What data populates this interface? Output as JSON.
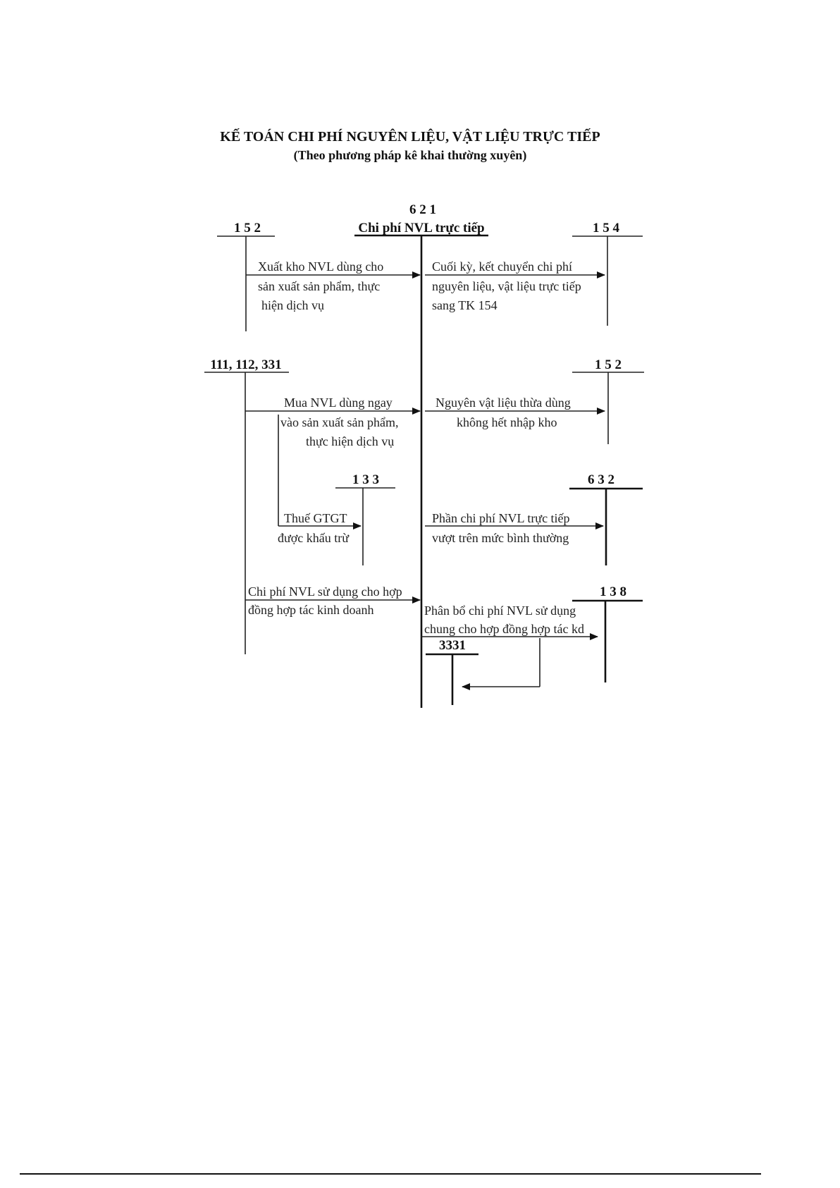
{
  "title": {
    "main": "KẾ TOÁN CHI PHÍ NGUYÊN LIỆU, VẬT LIỆU TRỰC TIẾP",
    "subtitle": "(Theo phương pháp kê khai thường xuyên)"
  },
  "central_account": {
    "number": "6 2 1",
    "name": "Chi phí NVL trực tiếp"
  },
  "accounts": {
    "left_152": "1 5 2",
    "left_111_112_331": "111, 112, 331",
    "mid_133": "1 3 3",
    "right_154": "1 5 4",
    "right_152": "1 5 2",
    "right_632": "6 3 2",
    "right_138": "1 3 8",
    "bottom_3331": "3331"
  },
  "flows": {
    "xuat_kho": [
      "Xuất kho NVL dùng cho",
      "sản xuất sản phẩm, thực",
      "hiện dịch vụ"
    ],
    "mua_nvl": [
      "Mua NVL dùng ngay",
      "vào sản xuất sản phẩm,",
      "thực hiện dịch vụ"
    ],
    "thue_gtgt": [
      "Thuế GTGT",
      "được khấu trừ"
    ],
    "hop_dong": [
      "Chi phí NVL sử dụng cho hợp",
      "đồng hợp tác kinh doanh"
    ],
    "ket_chuyen": [
      "Cuối kỳ, kết chuyển chi phí",
      "nguyên liệu, vật liệu trực tiếp",
      "sang TK 154"
    ],
    "thua_nhap_kho": [
      "Nguyên vật liệu thừa dùng",
      "không hết nhập kho"
    ],
    "vuot_muc": [
      "Phần chi phí NVL trực tiếp",
      "vượt trên mức bình thường"
    ],
    "phan_bo": [
      "Phân bổ chi phí NVL sử dụng",
      "chung cho hợp đồng hợp tác kd"
    ]
  }
}
